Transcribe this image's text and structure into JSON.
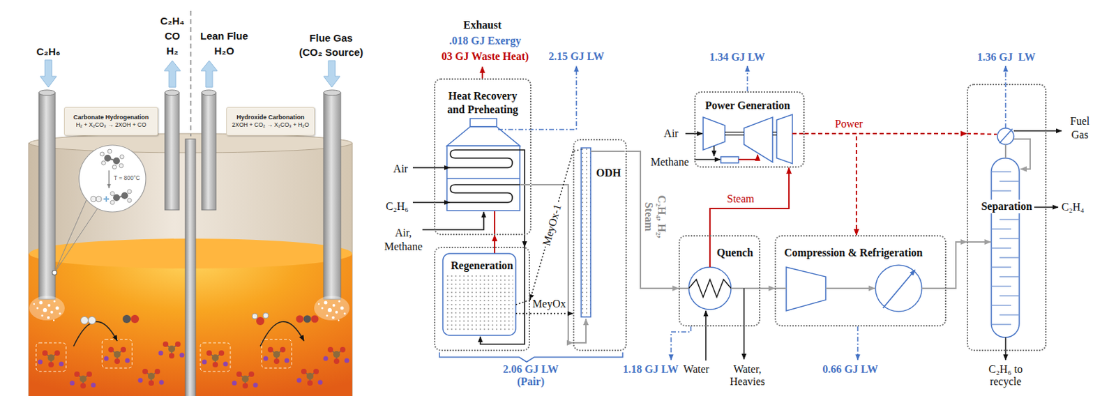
{
  "diagram": {
    "nodes": [
      {
        "text": [
          "Carbonate Hydrogenation",
          "H₂ + X₂CO₃ → 2XOH + CO"
        ]
      },
      {
        "text": [
          "T = 800°C"
        ]
      },
      {
        "text": [
          "Hydroxide Carbonation",
          "2XOH + CO₂ → X₂CO₃ + H₂O"
        ]
      },
      {
        "text": [
          "Heat Recovery and Preheating"
        ]
      },
      {
        "text": [
          "Regeneration"
        ]
      },
      {
        "text": [
          "ODH"
        ]
      },
      {
        "text": [
          "Power Generation"
        ]
      },
      {
        "text": [
          "Quench"
        ]
      },
      {
        "text": [
          "Compression & Refrigeration"
        ]
      },
      {
        "text": [
          "Separation"
        ]
      }
    ],
    "edges": [
      {
        "from": 4,
        "to": 3,
        "arrow": "to"
      },
      {
        "from": 3,
        "to": 4,
        "arrow": "to"
      },
      {
        "from": 3,
        "to": 5,
        "arrow": "to"
      },
      {
        "from": 5,
        "to": 4,
        "label": "MeyOx-1",
        "arrow": "to"
      },
      {
        "from": 4,
        "to": 5,
        "label": "MeyOx",
        "arrow": "to"
      },
      {
        "from": 5,
        "to": 7,
        "label": "C₂H₄, H₂, Steam",
        "arrow": "to"
      },
      {
        "from": 7,
        "to": 8,
        "arrow": "to"
      },
      {
        "from": 8,
        "to": 9,
        "arrow": "to"
      },
      {
        "from": 7,
        "to": 6,
        "label": "Steam",
        "arrow": "to"
      },
      {
        "from": 6,
        "to": 8,
        "arrow": "to"
      },
      {
        "from": 6,
        "to": 9,
        "label": "Power",
        "arrow": "to"
      }
    ],
    "labels": [
      "C₂H₆",
      "C₂H₄",
      "CO",
      "H₂",
      "Lean Flue",
      "H₂O",
      "Flue Gas",
      "(CO₂ Source)",
      "Exhaust",
      ".018 GJ Exergy",
      "03 GJ Waste Heat)",
      "2.15 GJ LW",
      "Air",
      "C₂H₆",
      "Air, Methane",
      "2.06 GJ LW (Pair)",
      "1.34 GJ LW",
      "Air",
      "Methane",
      "1.18 GJ LW",
      "Water",
      "Water, Heavies",
      "0.66 GJ LW",
      "1.36 GJ  LW",
      "Fuel Gas",
      "C₂H₄",
      "C₂H₆ to recycle"
    ]
  }
}
